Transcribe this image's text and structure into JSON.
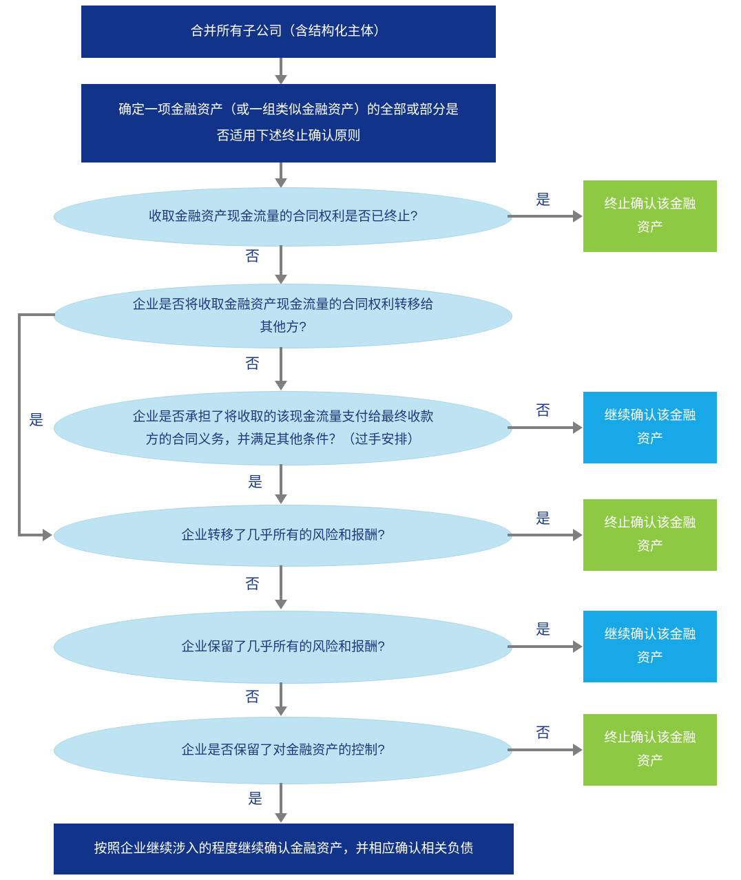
{
  "nodes": {
    "start": "合并所有子公司（含结构化主体）",
    "determine": "确定一项金融资产（或一组类似金融资产）的全部或部分是否适用下述终止确认原则",
    "q1": "收取金融资产现金流量的合同权利是否已终止?",
    "q2": "企业是否将收取金融资产现金流量的合同权利转移给其他方?",
    "q3": "企业是否承担了将收取的该现金流量支付给最终收款方的合同义务，并满足其他条件？（过手安排）",
    "q4": "企业转移了几乎所有的风险和报酬?",
    "q5": "企业保留了几乎所有的风险和报酬?",
    "q6": "企业是否保留了对金融资产的控制?",
    "final": "按照企业继续涉入的程度继续确认金融资产，并相应确认相关负债"
  },
  "outcomes": {
    "q1_yes": "终止确认该金融资产",
    "q3_no": "继续确认该金融资产",
    "q4_yes": "终止确认该金融资产",
    "q5_yes": "继续确认该金融资产",
    "q6_no": "终止确认该金融资产"
  },
  "edges": {
    "q1_yes": "是",
    "q1_no": "否",
    "q2_yes": "是",
    "q2_no": "否",
    "q3_yes": "是",
    "q3_no": "否",
    "q4_yes": "是",
    "q4_no": "否",
    "q5_yes": "是",
    "q5_no": "否",
    "q6_yes": "是",
    "q6_no": "否"
  },
  "colors": {
    "process_box": "#12338A",
    "question_ellipse": "#BEE3F2",
    "derecognize_box": "#8DC942",
    "continue_box": "#18A8E7",
    "arrow": "#7F7F7F",
    "label_text": "#1E3A7E"
  }
}
